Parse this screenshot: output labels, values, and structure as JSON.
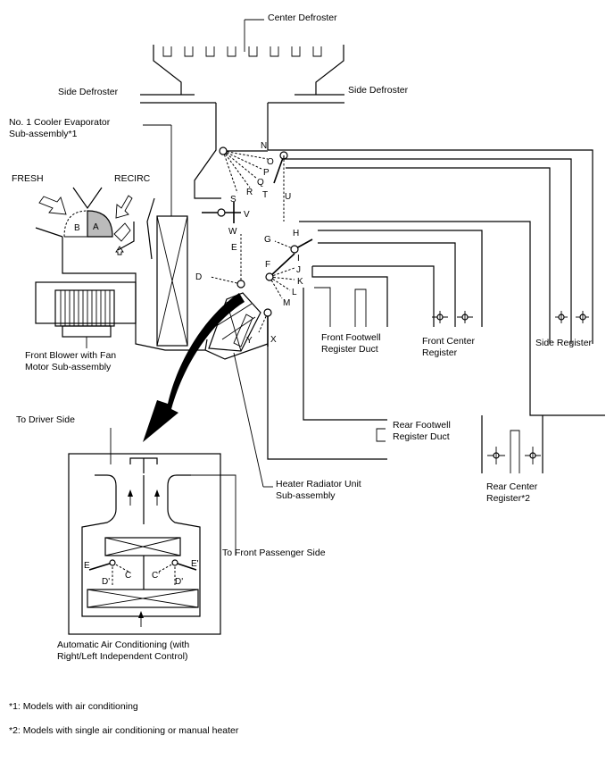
{
  "labels": {
    "center_defroster": "Center Defroster",
    "side_defroster_left": "Side Defroster",
    "side_defroster_right": "Side Defroster",
    "evaporator_line1": "No. 1 Cooler Evaporator",
    "evaporator_line2": "Sub-assembly*1",
    "fresh": "FRESH",
    "recirc": "RECIRC",
    "blower_line1": "Front Blower with Fan",
    "blower_line2": "Motor Sub-assembly",
    "front_footwell_line1": "Front Footwell",
    "front_footwell_line2": "Register Duct",
    "front_center_line1": "Front Center",
    "front_center_line2": "Register",
    "side_register": "Side Register",
    "rear_footwell_line1": "Rear Footwell",
    "rear_footwell_line2": "Register Duct",
    "rear_center_line1": "Rear Center",
    "rear_center_line2": "Register*2",
    "heater_line1": "Heater Radiator Unit",
    "heater_line2": "Sub-assembly",
    "to_driver": "To Driver Side",
    "to_passenger": "To Front Passenger Side",
    "auto_ac_line1": "Automatic Air Conditioning (with",
    "auto_ac_line2": "Right/Left Independent Control)",
    "footnote1": "*1: Models with air conditioning",
    "footnote2": "*2: Models with single air conditioning or manual heater"
  },
  "damper_letters": {
    "a": "A",
    "b": "B",
    "c": "C",
    "d": "D",
    "e": "E",
    "f": "F",
    "g": "G",
    "h": "H",
    "i": "I",
    "j": "J",
    "k": "K",
    "l": "L",
    "m": "M",
    "n": "N",
    "o": "O",
    "p": "P",
    "q": "Q",
    "r": "R",
    "s": "S",
    "t": "T",
    "u": "U",
    "v": "V",
    "w": "W",
    "x": "X",
    "y": "Y"
  },
  "inset_letters": {
    "e": "E",
    "d": "D'",
    "c": "C",
    "c_prime": "C'",
    "d_prime": "D'",
    "e_prime": "E'"
  }
}
